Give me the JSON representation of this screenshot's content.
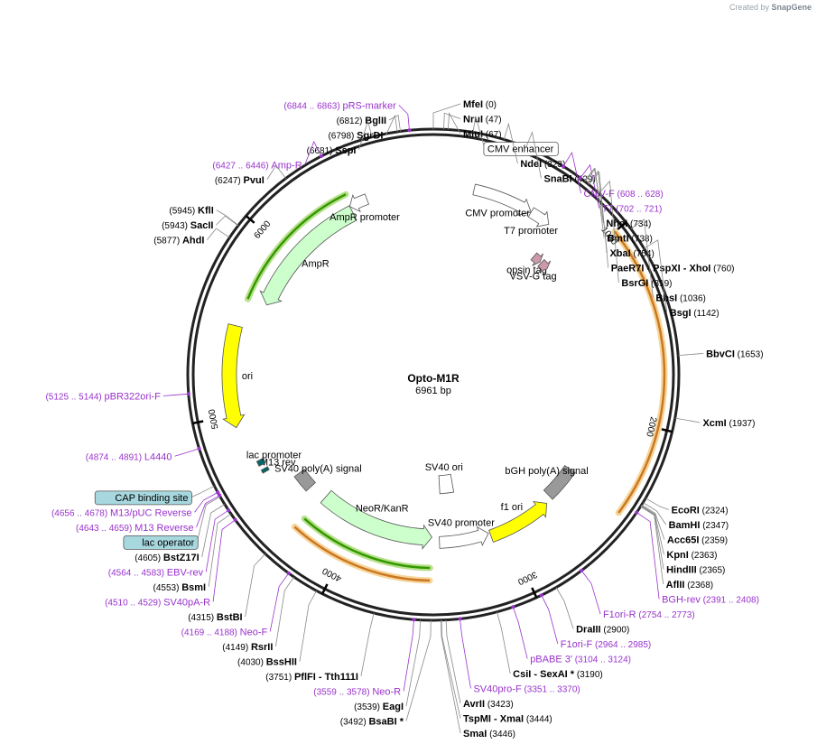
{
  "app": {
    "credit_prefix": "Created by",
    "credit_brand": "SnapGene"
  },
  "plasmid": {
    "name": "Opto-M1R",
    "size_label": "6961 bp",
    "length": 6961
  },
  "colors": {
    "enzyme": "#000000",
    "primer": "#9933cc",
    "tick": "#000000",
    "feature_fill": "#ffffff",
    "amp_fill": "#ccffcc",
    "ori_fill": "#ffff00",
    "tag_fill": "#cc99aa",
    "polyA_fill": "#999999",
    "green_line": "#339900",
    "orange_line": "#cc7722",
    "misc_fill": "#006666"
  },
  "ruler_ticks": [
    {
      "bp": 1000,
      "label": "1000"
    },
    {
      "bp": 2000,
      "label": "2000"
    },
    {
      "bp": 3000,
      "label": "3000"
    },
    {
      "bp": 4000,
      "label": "4000"
    },
    {
      "bp": 5000,
      "label": "5000"
    },
    {
      "bp": 6000,
      "label": "6000"
    }
  ],
  "enzymes": [
    {
      "name": "MfeI",
      "pos": "(0)",
      "bp": 0
    },
    {
      "name": "NruI",
      "pos": "(47)",
      "bp": 47
    },
    {
      "name": "MluI",
      "pos": "(67)",
      "bp": 67
    },
    {
      "name": "NdeI",
      "pos": "(323)",
      "bp": 323
    },
    {
      "name": "SnaBI",
      "pos": "(429)",
      "bp": 429
    },
    {
      "name": "NheI",
      "pos": "(734)",
      "bp": 734
    },
    {
      "name": "BmtI",
      "pos": "(738)",
      "bp": 738
    },
    {
      "name": "XbaI",
      "pos": "(754)",
      "bp": 754
    },
    {
      "name": "PaeR7I",
      "pos": "(760)",
      "bp": 760,
      "extra": "- PspXI  - XhoI"
    },
    {
      "name": "BsrGI",
      "pos": "(819)",
      "bp": 819
    },
    {
      "name": "BbsI",
      "pos": "(1036)",
      "bp": 1036
    },
    {
      "name": "BsgI",
      "pos": "(1142)",
      "bp": 1142
    },
    {
      "name": "BbvCI",
      "pos": "(1653)",
      "bp": 1653
    },
    {
      "name": "XcmI",
      "pos": "(1937)",
      "bp": 1937
    },
    {
      "name": "EcoRI",
      "pos": "(2324)",
      "bp": 2324
    },
    {
      "name": "BamHI",
      "pos": "(2347)",
      "bp": 2347
    },
    {
      "name": "Acc65I",
      "pos": "(2359)",
      "bp": 2359
    },
    {
      "name": "KpnI",
      "pos": "(2363)",
      "bp": 2363
    },
    {
      "name": "HindIII",
      "pos": "(2365)",
      "bp": 2365
    },
    {
      "name": "AflII",
      "pos": "(2368)",
      "bp": 2368
    },
    {
      "name": "DraIII",
      "pos": "(2900)",
      "bp": 2900
    },
    {
      "name": "CsiI",
      "pos": "(3190)",
      "bp": 3190,
      "extra": "- SexAI *"
    },
    {
      "name": "AvrII",
      "pos": "(3423)",
      "bp": 3423
    },
    {
      "name": "TspMI",
      "pos": "(3444)",
      "bp": 3444,
      "extra": "- XmaI"
    },
    {
      "name": "SmaI",
      "pos": "(3446)",
      "bp": 3446
    },
    {
      "name": "BsaBI *",
      "pos": "(3492)",
      "bp": 3492
    },
    {
      "name": "EagI",
      "pos": "(3539)",
      "bp": 3539
    },
    {
      "name": "PflFI",
      "pos": "(3751)",
      "bp": 3751,
      "extra": "- Tth111I"
    },
    {
      "name": "BssHII",
      "pos": "(4030)",
      "bp": 4030
    },
    {
      "name": "RsrII",
      "pos": "(4149)",
      "bp": 4149
    },
    {
      "name": "BstBI",
      "pos": "(4315)",
      "bp": 4315
    },
    {
      "name": "BsmI",
      "pos": "(4553)",
      "bp": 4553
    },
    {
      "name": "BstZ17I",
      "pos": "(4605)",
      "bp": 4605
    },
    {
      "name": "AhdI",
      "pos": "(5877)",
      "bp": 5877
    },
    {
      "name": "SacII",
      "pos": "(5943)",
      "bp": 5943
    },
    {
      "name": "KflI",
      "pos": "(5945)",
      "bp": 5945
    },
    {
      "name": "PvuI",
      "pos": "(6247)",
      "bp": 6247
    },
    {
      "name": "SspI",
      "pos": "(6681)",
      "bp": 6681
    },
    {
      "name": "SgrDI",
      "pos": "(6798)",
      "bp": 6798
    },
    {
      "name": "BglII",
      "pos": "(6812)",
      "bp": 6812
    }
  ],
  "primers": [
    {
      "name": "pRS-marker",
      "range": "(6844 .. 6863)",
      "bp": 6853
    },
    {
      "name": "Amp-R",
      "range": "(6427 .. 6446)",
      "bp": 6436
    },
    {
      "name": "CMV-F",
      "range": "(608 .. 628)",
      "bp": 618
    },
    {
      "name": "T7",
      "range": "(702 .. 721)",
      "bp": 711
    },
    {
      "name": "BGH-rev",
      "range": "(2391 .. 2408)",
      "bp": 2400
    },
    {
      "name": "F1ori-R",
      "range": "(2754 .. 2773)",
      "bp": 2763
    },
    {
      "name": "F1ori-F",
      "range": "(2964 .. 2985)",
      "bp": 2975
    },
    {
      "name": "pBABE 3'",
      "range": "(3104 .. 3124)",
      "bp": 3114
    },
    {
      "name": "SV40pro-F",
      "range": "(3351 .. 3370)",
      "bp": 3360
    },
    {
      "name": "Neo-R",
      "range": "(3559 .. 3578)",
      "bp": 3568
    },
    {
      "name": "Neo-F",
      "range": "(4169 .. 4188)",
      "bp": 4178
    },
    {
      "name": "SV40pA-R",
      "range": "(4510 .. 4529)",
      "bp": 4520
    },
    {
      "name": "EBV-rev",
      "range": "(4564 .. 4583)",
      "bp": 4573
    },
    {
      "name": "M13 Reverse",
      "range": "(4643 .. 4659)",
      "bp": 4651
    },
    {
      "name": "M13/pUC Reverse",
      "range": "(4656 .. 4678)",
      "bp": 4667
    },
    {
      "name": "L4440",
      "range": "(4874 .. 4891)",
      "bp": 4882
    },
    {
      "name": "pBR322ori-F",
      "range": "(5125 .. 5144)",
      "bp": 5134
    }
  ],
  "boxed_features": [
    {
      "label": "CMV enhancer",
      "bp": 180,
      "style": "white"
    },
    {
      "label": "CAP binding site",
      "bp": 4700,
      "style": "teal"
    },
    {
      "label": "lac operator",
      "bp": 4645,
      "style": "teal"
    }
  ],
  "features": [
    {
      "name": "CMV promoter",
      "label": "CMV promoter",
      "start": 240,
      "end": 600,
      "dir": 1,
      "kind": "promoter"
    },
    {
      "name": "T7 promoter",
      "label": "T7 promoter",
      "start": 600,
      "end": 725,
      "dir": 1,
      "kind": "promoter"
    },
    {
      "name": "opsin tag",
      "label": "opsin tag",
      "start": 780,
      "end": 840,
      "dir": 1,
      "kind": "tag"
    },
    {
      "name": "VSV-G tag",
      "label": "VSV-G tag",
      "start": 850,
      "end": 910,
      "dir": 1,
      "kind": "tag"
    },
    {
      "name": "bGH poly(A) signal",
      "label": "bGH poly(A) signal",
      "start": 2410,
      "end": 2635,
      "dir": 0,
      "kind": "polyA"
    },
    {
      "name": "f1 ori",
      "label": "f1 ori",
      "start": 2680,
      "end": 3100,
      "dir": -1,
      "kind": "ori"
    },
    {
      "name": "SV40 promoter",
      "label": "SV40 promoter",
      "start": 3110,
      "end": 3440,
      "dir": -1,
      "kind": "promoter"
    },
    {
      "name": "SV40 ori",
      "label": "SV40 ori",
      "start": 3290,
      "end": 3420,
      "dir": 0,
      "kind": "origin_box"
    },
    {
      "name": "NeoR/KanR",
      "label": "NeoR/KanR",
      "start": 3490,
      "end": 4280,
      "dir": -1,
      "kind": "cds"
    },
    {
      "name": "SV40 poly(A) signal",
      "label": "SV40 poly(A) signal",
      "start": 4400,
      "end": 4520,
      "dir": 0,
      "kind": "polyA"
    },
    {
      "name": "M13 rev",
      "label": "M13 rev",
      "start": 4640,
      "end": 4660,
      "dir": 0,
      "kind": "misc"
    },
    {
      "name": "lac promoter",
      "label": "lac promoter",
      "start": 4685,
      "end": 4715,
      "dir": 0,
      "kind": "misc"
    },
    {
      "name": "ori",
      "label": "ori",
      "start": 4930,
      "end": 5490,
      "dir": -1,
      "kind": "ori"
    },
    {
      "name": "AmpR",
      "label": "AmpR",
      "start": 5660,
      "end": 6450,
      "dir": -1,
      "kind": "cds"
    },
    {
      "name": "AmpR promoter",
      "label": "AmpR promoter",
      "start": 6450,
      "end": 6560,
      "dir": -1,
      "kind": "promoter"
    }
  ],
  "arcs": [
    {
      "name": "orange-outer",
      "start": 1000,
      "end": 2450,
      "color": "orange"
    },
    {
      "name": "orange-inner",
      "start": 3500,
      "end": 4300,
      "color": "orange"
    },
    {
      "name": "green-neo",
      "start": 3500,
      "end": 4290,
      "color": "green"
    },
    {
      "name": "green-amp",
      "start": 5650,
      "end": 6460,
      "color": "green"
    }
  ]
}
